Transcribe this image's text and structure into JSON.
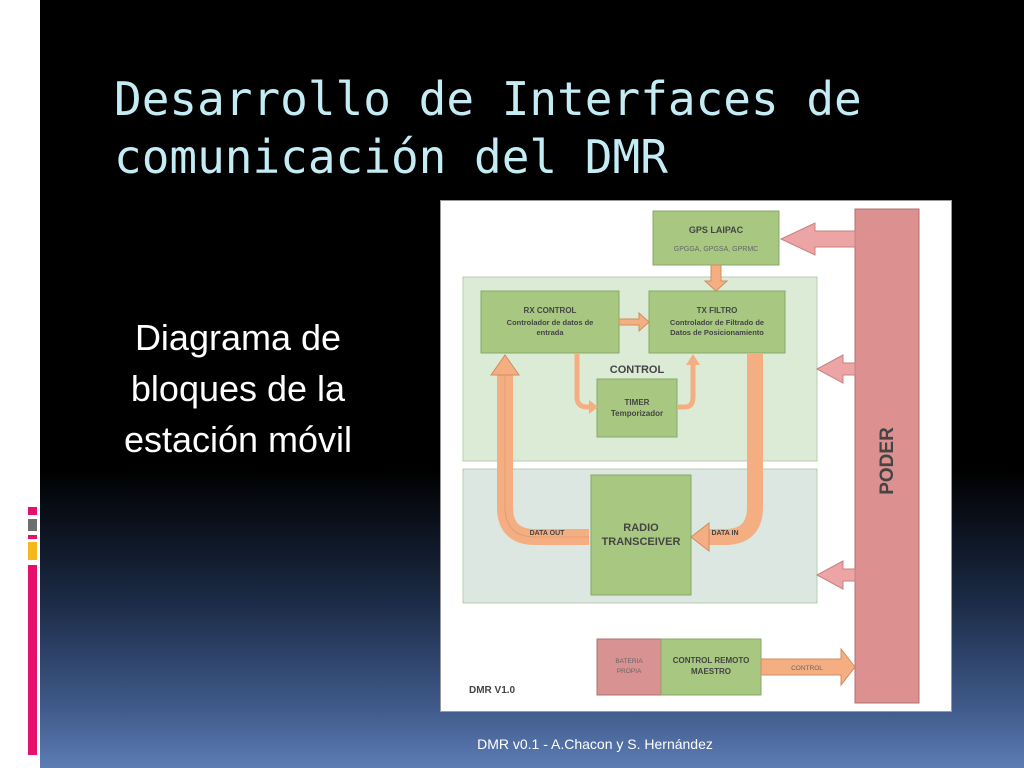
{
  "slide": {
    "title_line1": "Desarrollo de Interfaces de",
    "title_line2": "comunicación del DMR",
    "subtitle_line1": "Diagrama de",
    "subtitle_line2": "bloques de la",
    "subtitle_line3": "estación móvil",
    "footer": "DMR v0.1 - A.Chacon y S. Hernández"
  },
  "diagram": {
    "gps": {
      "title": "GPS LAIPAC",
      "detail": "GPGGA, GPGSA, GPRMC"
    },
    "rx": {
      "title": "RX CONTROL",
      "line1": "Controlador de datos de",
      "line2": "entrada"
    },
    "tx": {
      "title": "TX FILTRO",
      "line1": "Controlador de Filtrado de",
      "line2": "Datos de Posicionamiento"
    },
    "control_label": "CONTROL",
    "timer": {
      "title": "TIMER",
      "line1": "Temporizador"
    },
    "radio": {
      "line1": "RADIO",
      "line2": "TRANSCEIVER"
    },
    "data_out": "DATA OUT",
    "data_in": "DATA IN",
    "bateria": {
      "line1": "BATERIA",
      "line2": "PROPIA"
    },
    "control_remoto": {
      "line1": "CONTROL REMOTO",
      "line2": "MAESTRO"
    },
    "control_arrow": "CONTROL",
    "poder": "PODER",
    "version": "DMR V1.0"
  },
  "colors": {
    "title": "#c4ecf4",
    "box_green": "#a8c882",
    "zone_green": "#dcebd5",
    "zone_gray": "#dbe7e0",
    "power_pink": "#dc9090",
    "arrow_orange": "#f4ae82",
    "arrow_pink": "#eca4a4",
    "marker_pink": "#e4106c",
    "marker_yellow": "#f4b81c",
    "marker_gray": "#6e6e6e"
  }
}
